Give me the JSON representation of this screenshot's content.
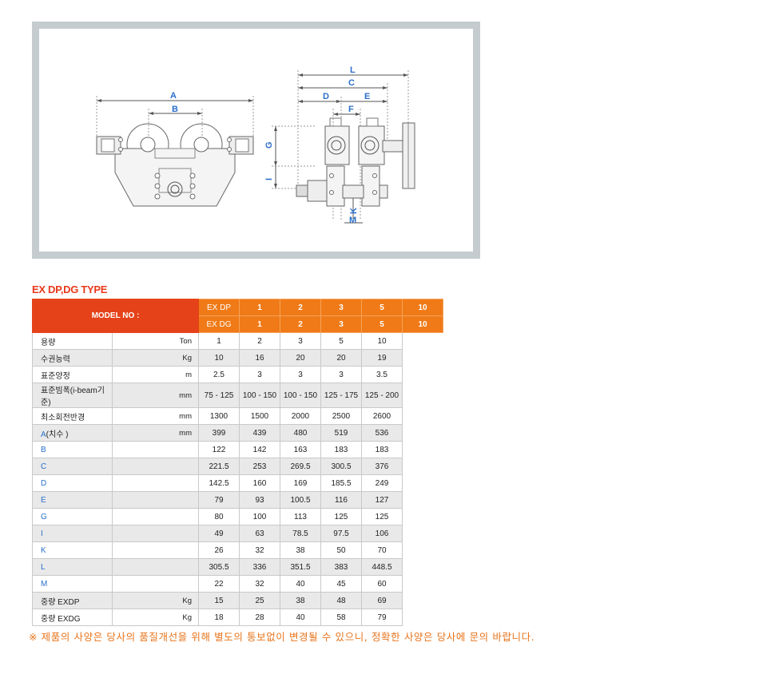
{
  "diagram": {
    "labels": {
      "A": "A",
      "B": "B",
      "L": "L",
      "C": "C",
      "D": "D",
      "E": "E",
      "F": "F",
      "G": "G",
      "I": "I",
      "K": "K",
      "M": "M"
    }
  },
  "section_title": "EX DP,DG TYPE",
  "table": {
    "model_label": "MODEL NO :",
    "header_rows": [
      {
        "code": "EX DP",
        "values": [
          "1",
          "2",
          "3",
          "5",
          "10"
        ]
      },
      {
        "code": "EX DG",
        "values": [
          "1",
          "2",
          "3",
          "5",
          "10"
        ]
      }
    ],
    "rows": [
      {
        "label": "용량",
        "unit": "Ton",
        "values": [
          "1",
          "2",
          "3",
          "5",
          "10"
        ],
        "blue": false
      },
      {
        "label": "수권능력",
        "unit": "Kg",
        "values": [
          "10",
          "16",
          "20",
          "20",
          "19"
        ],
        "blue": false
      },
      {
        "label": "표준양정",
        "unit": "m",
        "values": [
          "2.5",
          "3",
          "3",
          "3",
          "3.5"
        ],
        "blue": false
      },
      {
        "label": "표준빔폭(i-beam기준)",
        "unit": "mm",
        "values": [
          "75 - 125",
          "100 - 150",
          "100 - 150",
          "125 - 175",
          "125 - 200"
        ],
        "blue": false
      },
      {
        "label": "최소회전반경",
        "unit": "mm",
        "values": [
          "1300",
          "1500",
          "2000",
          "2500",
          "2600"
        ],
        "blue": false
      },
      {
        "label": "A",
        "label_suffix": "(치수 )",
        "unit": "mm",
        "values": [
          "399",
          "439",
          "480",
          "519",
          "536"
        ],
        "blue": true
      },
      {
        "label": "B",
        "unit": "",
        "values": [
          "122",
          "142",
          "163",
          "183",
          "183"
        ],
        "blue": true
      },
      {
        "label": "C",
        "unit": "",
        "values": [
          "221.5",
          "253",
          "269.5",
          "300.5",
          "376"
        ],
        "blue": true
      },
      {
        "label": "D",
        "unit": "",
        "values": [
          "142.5",
          "160",
          "169",
          "185.5",
          "249"
        ],
        "blue": true
      },
      {
        "label": "E",
        "unit": "",
        "values": [
          "79",
          "93",
          "100.5",
          "116",
          "127"
        ],
        "blue": true
      },
      {
        "label": "G",
        "unit": "",
        "values": [
          "80",
          "100",
          "113",
          "125",
          "125"
        ],
        "blue": true
      },
      {
        "label": "I",
        "unit": "",
        "values": [
          "49",
          "63",
          "78.5",
          "97.5",
          "106"
        ],
        "blue": true
      },
      {
        "label": "K",
        "unit": "",
        "values": [
          "26",
          "32",
          "38",
          "50",
          "70"
        ],
        "blue": true
      },
      {
        "label": "L",
        "unit": "",
        "values": [
          "305.5",
          "336",
          "351.5",
          "383",
          "448.5"
        ],
        "blue": true
      },
      {
        "label": "M",
        "unit": "",
        "values": [
          "22",
          "32",
          "40",
          "45",
          "60"
        ],
        "blue": true
      },
      {
        "label": "중량  EXDP",
        "unit": "Kg",
        "values": [
          "15",
          "25",
          "38",
          "48",
          "69"
        ],
        "blue": false
      },
      {
        "label": "중량  EXDG",
        "unit": "Kg",
        "values": [
          "18",
          "28",
          "40",
          "58",
          "79"
        ],
        "blue": false
      }
    ]
  },
  "footnote": "※ 제품의 사양은 당사의 품질개선을 위해 별도의 통보없이 변경될 수 있으니, 정확한 사양은 당사에 문의 바랍니다.",
  "colors": {
    "accent_red": "#e64219",
    "accent_orange": "#f07a17",
    "dimension_blue": "#2b6fc9",
    "frame_gray": "#c5ccd0"
  }
}
